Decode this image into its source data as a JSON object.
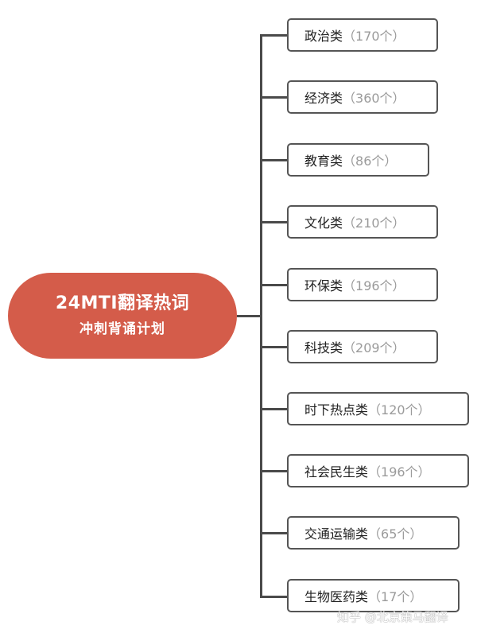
{
  "root": {
    "title": "24MTI翻译热词",
    "subtitle": "冲刺背诵计划",
    "color": "#D45C4A"
  },
  "branches": [
    {
      "name": "政治类",
      "count": "（170个）"
    },
    {
      "name": "经济类",
      "count": "（360个）"
    },
    {
      "name": "教育类",
      "count": "（86个）"
    },
    {
      "name": "文化类",
      "count": "（210个）"
    },
    {
      "name": "环保类",
      "count": "（196个）"
    },
    {
      "name": "科技类",
      "count": "（209个）"
    },
    {
      "name": "时下热点类",
      "count": "（120个）"
    },
    {
      "name": "社会民生类",
      "count": "（196个）"
    },
    {
      "name": "交通运输类",
      "count": "（65个）"
    },
    {
      "name": "生物医药类",
      "count": "（17个）"
    }
  ],
  "watermark": "知乎 @北京策马翻译"
}
